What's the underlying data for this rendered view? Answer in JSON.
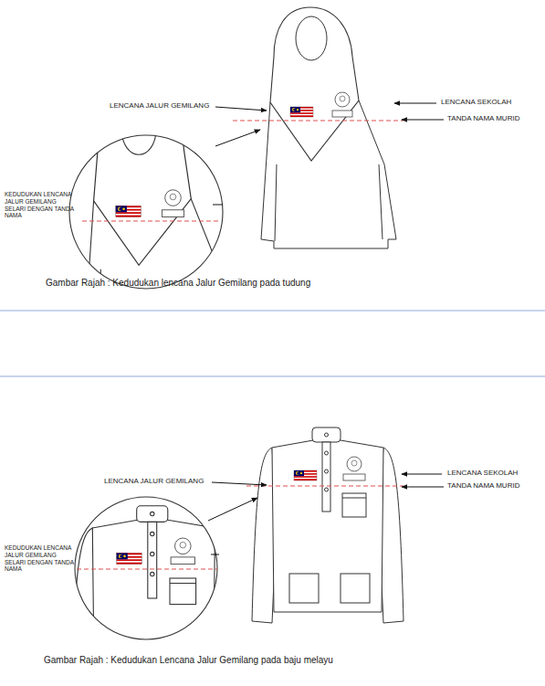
{
  "diagram": {
    "labels": [
      "LENCANA JALUR GEMILANG",
      "LENCANA SEKOLAH",
      "TANDA NAMA MURID",
      "KEDUDUKAN LENCANA JALUR GEMILANG SELARI DENGAN TANDA NAMA",
      "Gambar Rajah : Kedudukan lencana Jalur Gemilang pada tudung",
      "LENCANA JALUR GEMILANG",
      "LENCANA SEKOLAH",
      "TANDA NAMA MURID",
      "KEDUDUKAN LENCANA JALUR GEMILANG SELARI DENGAN TANDA NAMA",
      "Gambar Rajah : Kedudukan Lencana Jalur Gemilang pada baju melayu"
    ]
  }
}
